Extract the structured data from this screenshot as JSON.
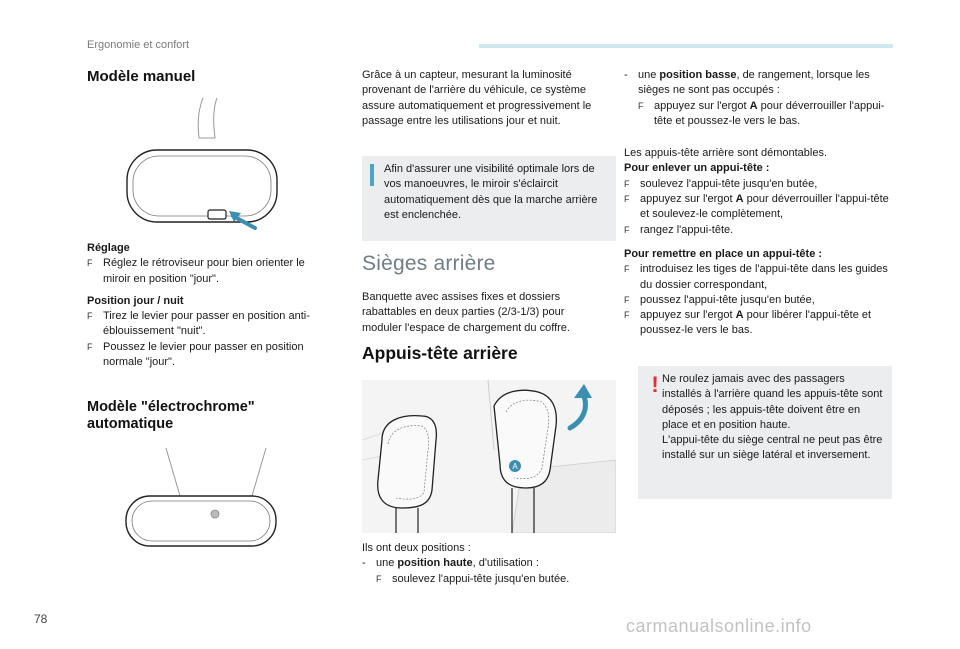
{
  "header": {
    "section": "Ergonomie et confort",
    "accent_color": "#cfe8ee"
  },
  "page_number": "78",
  "watermark": "carmanualsonline.info",
  "col1": {
    "title_manual": "Modèle manuel",
    "reglage_title": "Réglage",
    "reglage_items": [
      "Réglez le rétroviseur pour bien orienter le miroir en position \"jour\"."
    ],
    "position_title": "Position jour / nuit",
    "position_items": [
      "Tirez le levier pour passer en position anti-éblouissement \"nuit\".",
      "Poussez le levier pour passer en position normale \"jour\"."
    ],
    "title_electro": "Modèle \"électrochrome\" automatique"
  },
  "col2": {
    "intro": "Grâce à un capteur, mesurant la luminosité provenant de l'arrière du véhicule, ce système assure automatiquement et progressivement le passage entre les utilisations jour et nuit.",
    "info_box": "Afin d'assurer une visibilité optimale lors de vos manoeuvres, le miroir s'éclaircit automatiquement dès que la marche arrière est enclenchée.",
    "title_sieges": "Sièges arrière",
    "sieges_text": "Banquette avec assises fixes et dossiers rabattables en deux parties (2/3-1/3) pour moduler l'espace de chargement du coffre.",
    "title_appuis": "Appuis-tête arrière",
    "label_a": "A",
    "positions_intro": "Ils ont deux positions :",
    "pos_haute_prefix": "une ",
    "pos_haute_bold": "position haute",
    "pos_haute_suffix": ", d'utilisation :",
    "pos_haute_item": "soulevez l'appui-tête jusqu'en butée."
  },
  "col3": {
    "pos_basse_prefix": "une ",
    "pos_basse_bold": "position basse",
    "pos_basse_suffix": ", de rangement, lorsque les sièges ne sont pas occupés :",
    "pos_basse_item_1": "appuyez sur l'ergot ",
    "pos_basse_item_a": "A",
    "pos_basse_item_2": " pour déverrouiller l'appui-tête et poussez-le vers le bas.",
    "demontables": "Les appuis-tête arrière sont démontables.",
    "enlever_title": "Pour enlever un appui-tête :",
    "enlever_1": "soulevez l'appui-tête jusqu'en butée,",
    "enlever_2a": "appuyez sur l'ergot ",
    "enlever_2b": " pour déverrouiller l'appui-tête et soulevez-le complètement,",
    "enlever_3": "rangez l'appui-tête.",
    "remettre_title": "Pour remettre en place un appui-tête :",
    "remettre_1": "introduisez les tiges de l'appui-tête dans les guides du dossier correspondant,",
    "remettre_2": "poussez l'appui-tête jusqu'en butée,",
    "remettre_3a": "appuyez sur l'ergot ",
    "remettre_3b": " pour libérer l'appui-tête et poussez-le vers le bas.",
    "warning": "Ne roulez jamais avec des passagers installés à l'arrière quand les appuis-tête sont déposés ; les appuis-tête doivent être en place et en position haute.\nL'appui-tête du siège central ne peut pas être installé sur un siège latéral et inversement."
  },
  "bullet_glyph": "F",
  "dash_glyph": "-"
}
